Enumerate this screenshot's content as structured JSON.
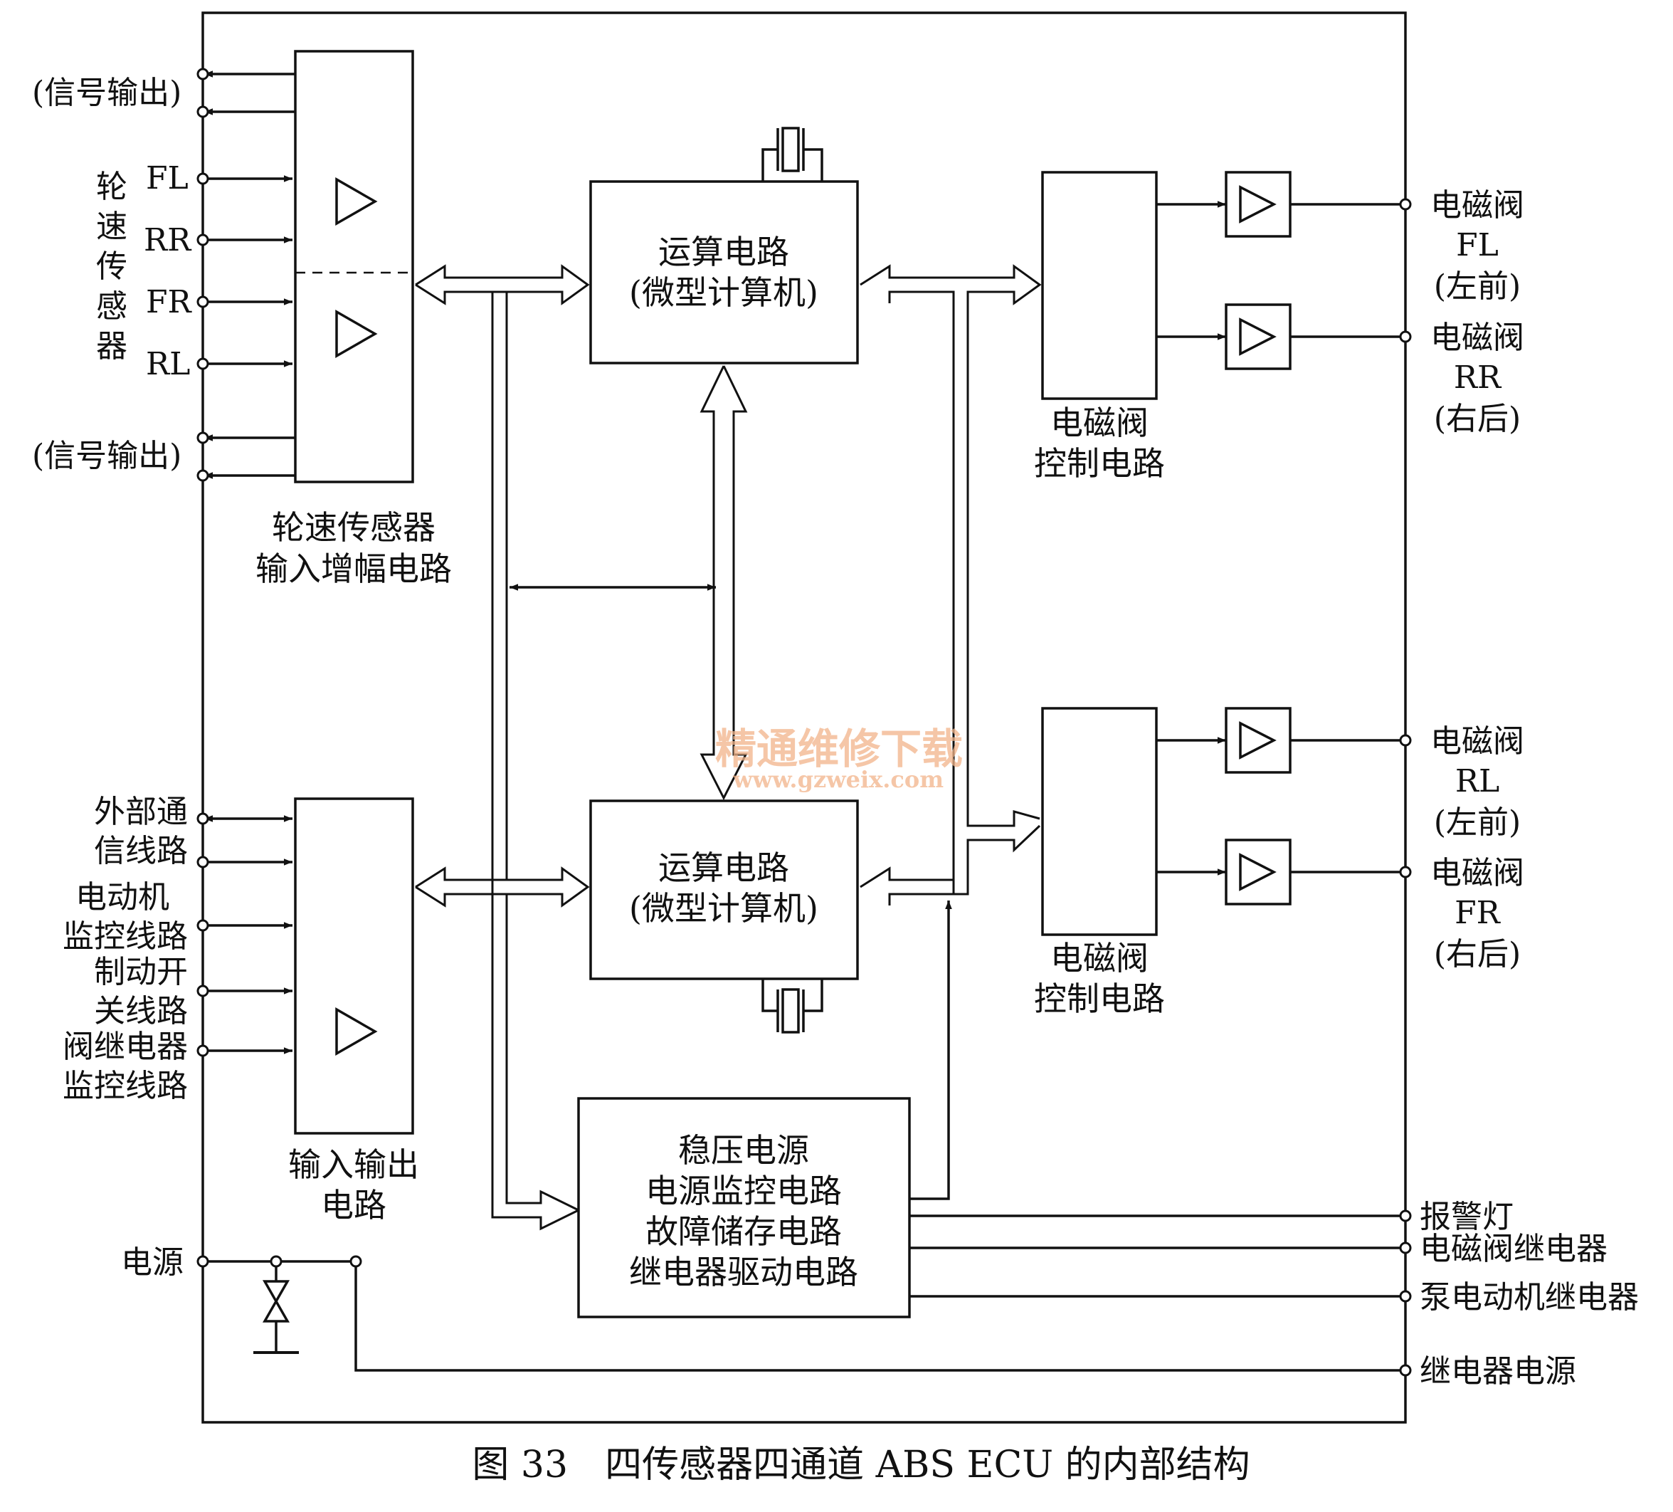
{
  "colors": {
    "line": "#111111",
    "background": "#ffffff",
    "watermark": "#f2b48a"
  },
  "labels": {
    "signal_out_top": "(信号输出)",
    "signal_out_bottom": "(信号输出)",
    "wheel_sensor_vertical": [
      "轮",
      "速",
      "传",
      "感",
      "器"
    ],
    "fl": "FL",
    "rr": "RR",
    "fr": "FR",
    "rl": "RL",
    "external_comm": [
      "外部通",
      "信线路"
    ],
    "motor_monitor": [
      "电动机",
      "监控线路"
    ],
    "brake_switch": [
      "制动开",
      "关线路"
    ],
    "valve_relay_monitor": [
      "阀继电器",
      "监控线路"
    ],
    "power": "电源"
  },
  "blocks": {
    "sensor_amp": [
      "轮速传感器",
      "输入增幅电路"
    ],
    "cpu_top": [
      "运算电路",
      "(微型计算机)"
    ],
    "cpu_bottom": [
      "运算电路",
      "(微型计算机)"
    ],
    "valve_ctrl_top": [
      "电磁阀",
      "控制电路"
    ],
    "valve_ctrl_bottom": [
      "电磁阀",
      "控制电路"
    ],
    "io_circuit": [
      "输入输出",
      "电路"
    ],
    "power_block": [
      "稳压电源",
      "电源监控电路",
      "故障储存电路",
      "继电器驱动电路"
    ]
  },
  "outputs": {
    "valve_fl": [
      "电磁阀",
      "FL",
      "(左前)"
    ],
    "valve_rr": [
      "电磁阀",
      "RR",
      "(右后)"
    ],
    "valve_rl": [
      "电磁阀",
      "RL",
      "(左前)"
    ],
    "valve_fr": [
      "电磁阀",
      "FR",
      "(右后)"
    ],
    "warning_lamp": "报警灯",
    "valve_relay": "电磁阀继电器",
    "pump_relay": "泵电动机继电器",
    "relay_power": "继电器电源"
  },
  "caption": "图 33　四传感器四通道 ABS ECU 的内部结构",
  "watermark": {
    "cn": "精通维修下载",
    "url": "www.gzweix.com"
  }
}
